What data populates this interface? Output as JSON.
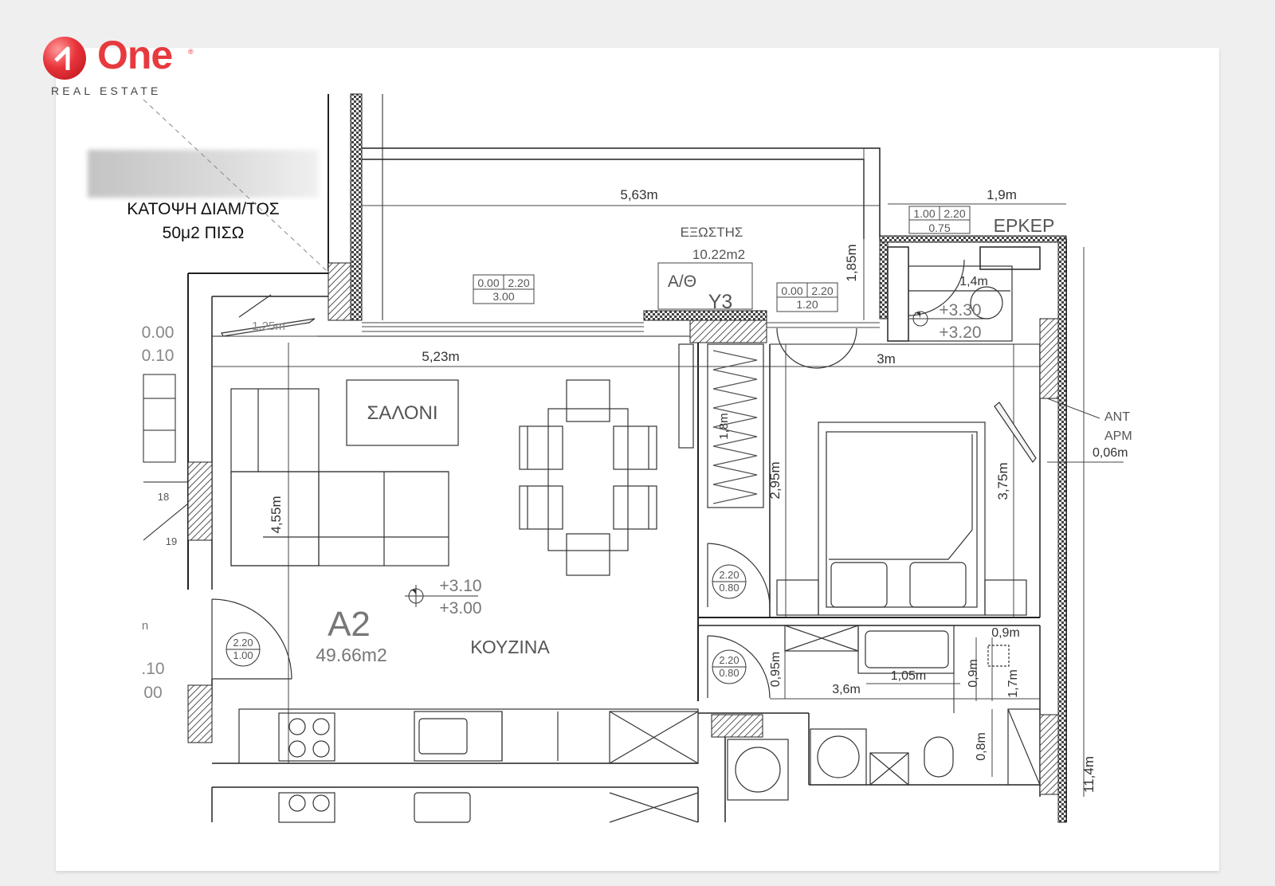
{
  "brand": {
    "logo_word": "One",
    "logo_reg": "®",
    "logo_tagline": "REAL ESTATE",
    "accent_color": "#e63a3f"
  },
  "title": {
    "line1": "ΚΑΤΟΨΗ ΔΙΑΜ/ΤΟΣ",
    "line2": "50μ2 ΠΙΣΩ"
  },
  "plan": {
    "balcony_width": "5,63m",
    "balcony_name": "ΕΞΩΣΤΗΣ",
    "balcony_area": "10.22m2",
    "balcony_depth": "1,85m",
    "bay_width": "1,9m",
    "bay_name": "ΕΡΚΕΡ",
    "bay_window_top": "1.00",
    "bay_window_right": "2.20",
    "bay_window_bottom": "0.75",
    "window_left_top": "0.00",
    "window_left_right": "2.20",
    "window_left_bottom": "3.00",
    "window_right_top": "0.00",
    "window_right_right": "2.20",
    "window_right_bottom": "1.20",
    "ac_label": "Α/Θ",
    "column_label": "Υ3",
    "bay_dim_depth": "1,4m",
    "bay_level_top": "+3.30",
    "bay_level_bottom": "+3.20",
    "wall_left_top": "0.00",
    "wall_left_bottom": "0.10",
    "tv_width": "1,25m",
    "living_width": "5,23m",
    "bedroom_width": "3m",
    "living_name": "ΣΑΛΟΝΙ",
    "wardrobe_dim": "1,8m",
    "corridor_dim": "2,95m",
    "bedroom_depth": "3,75m",
    "side_label_1": "ΑΝΤ",
    "side_label_2": "ΑΡΜ",
    "side_dim": "0,06m",
    "stair_18": "18",
    "stair_19": "19",
    "living_depth": "4,55m",
    "level_top": "+3.10",
    "level_bottom": "+3.00",
    "door_bed_top": "2.20",
    "door_bed_bottom": "0.80",
    "door_bath_top": "2.20",
    "door_bath_bottom": "0.80",
    "door_entry_top": "2.20",
    "door_entry_bottom": "1.00",
    "unit_code": "Α2",
    "unit_area": "49.66m2",
    "kitchen_name": "ΚΟΥΖΙΝΑ",
    "left_n": "n",
    "left_10": ".10",
    "left_00": "00",
    "bath_dim_width": "1,05m",
    "bath_dim_09a": "0,9m",
    "bath_dim_09b": "0,9m",
    "bath_dim_17": "1,7m",
    "bath_dim_095": "0,95m",
    "bath_dim_36": "3,6m",
    "bath_dim_08": "0,8m",
    "total_depth": "11,4m"
  }
}
